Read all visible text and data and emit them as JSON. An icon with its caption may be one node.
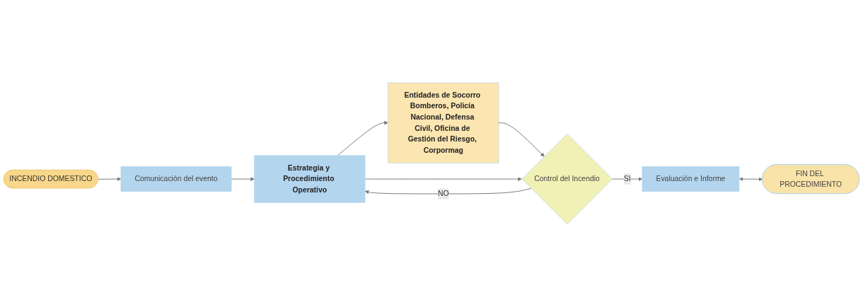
{
  "diagram": {
    "nodes": [
      {
        "text": [
          "INCENDIO DOMESTICO"
        ]
      },
      {
        "text": [
          "Comunicación del evento"
        ]
      },
      {
        "text": [
          "Estrategia y Procedimiento Operativo"
        ]
      },
      {
        "text": [
          "Entidades de Socorro Bomberos, Policía Nacional, Defensa Civil, Oficina de Gestión del Riesgo, Corpormag"
        ]
      },
      {
        "text": [
          "Control del Incendio"
        ]
      },
      {
        "text": [
          "Evaluación e Informe"
        ]
      },
      {
        "text": [
          "FIN DEL PROCEDIMIENTO"
        ]
      }
    ],
    "edges": [
      {
        "from": 0,
        "to": 1,
        "arrow": "to"
      },
      {
        "from": 1,
        "to": 2,
        "arrow": "to"
      },
      {
        "from": 2,
        "to": 3,
        "arrow": "to"
      },
      {
        "from": 3,
        "to": 4,
        "arrow": "to"
      },
      {
        "from": 2,
        "to": 4,
        "arrow": "to"
      },
      {
        "from": 4,
        "to": 2,
        "label": "NO",
        "arrow": "to"
      },
      {
        "from": 4,
        "to": 5,
        "label": "SI",
        "arrow": "to"
      },
      {
        "from": 5,
        "to": 6,
        "arrow": "both"
      }
    ]
  }
}
